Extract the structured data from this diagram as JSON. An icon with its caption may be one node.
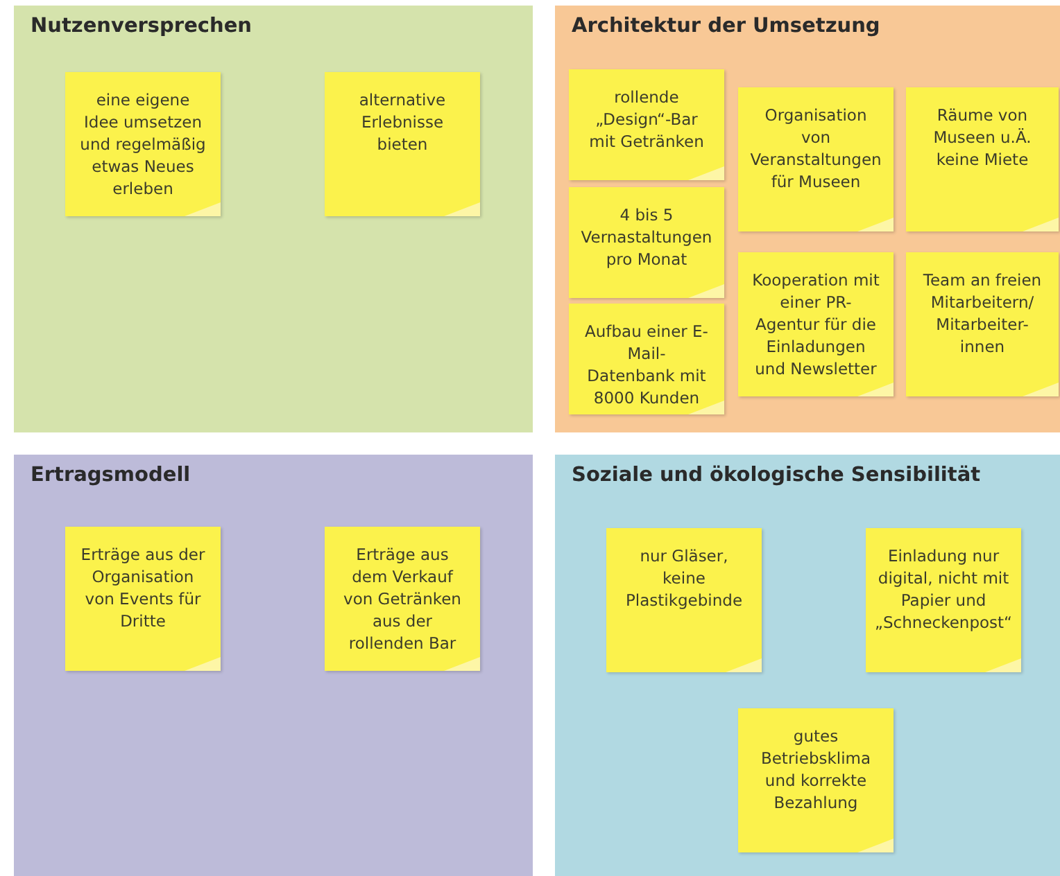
{
  "diagram": {
    "nodes": [
      {
        "text": [
          "Nutzenversprechen"
        ]
      },
      {
        "text": [
          "eine eigene Idee umsetzen und regelmäßig etwas Neues erleben"
        ],
        "in": 0
      },
      {
        "text": [
          "alternative Erlebnisse bieten"
        ],
        "in": 0
      },
      {
        "text": [
          "Architektur der Umsetzung"
        ]
      },
      {
        "text": [
          "rollende „Design“-Bar mit Getränken"
        ],
        "in": 3
      },
      {
        "text": [
          "Organisation von Veranstaltungen für Museen"
        ],
        "in": 3
      },
      {
        "text": [
          "Räume von Museen u.Ä. keine Miete"
        ],
        "in": 3
      },
      {
        "text": [
          "4 bis 5 Vernastaltungen pro Monat"
        ],
        "in": 3
      },
      {
        "text": [
          "Kooperation mit einer PR-Agentur für die Einladungen und Newsletter"
        ],
        "in": 3
      },
      {
        "text": [
          "Team an freien Mitarbeitern/ Mitarbeiter- innen"
        ],
        "in": 3
      },
      {
        "text": [
          "Aufbau einer E-Mail- Datenbank mit 8000 Kunden"
        ],
        "in": 3
      },
      {
        "text": [
          "Ertragsmodell"
        ]
      },
      {
        "text": [
          "Erträge aus der Organisation von Events für Dritte"
        ],
        "in": 11
      },
      {
        "text": [
          "Erträge aus dem Verkauf von Getränken aus der rollenden Bar"
        ],
        "in": 11
      },
      {
        "text": [
          "Soziale und ökologische Sensibilität"
        ]
      },
      {
        "text": [
          "nur Gläser, keine Plastikgebinde"
        ],
        "in": 14
      },
      {
        "text": [
          "Einladung nur digital, nicht mit Papier und „Schneckenpost“"
        ],
        "in": 14
      },
      {
        "text": [
          "gutes Betriebsklima und korrekte Bezahlung"
        ],
        "in": 14
      }
    ],
    "edges": []
  }
}
